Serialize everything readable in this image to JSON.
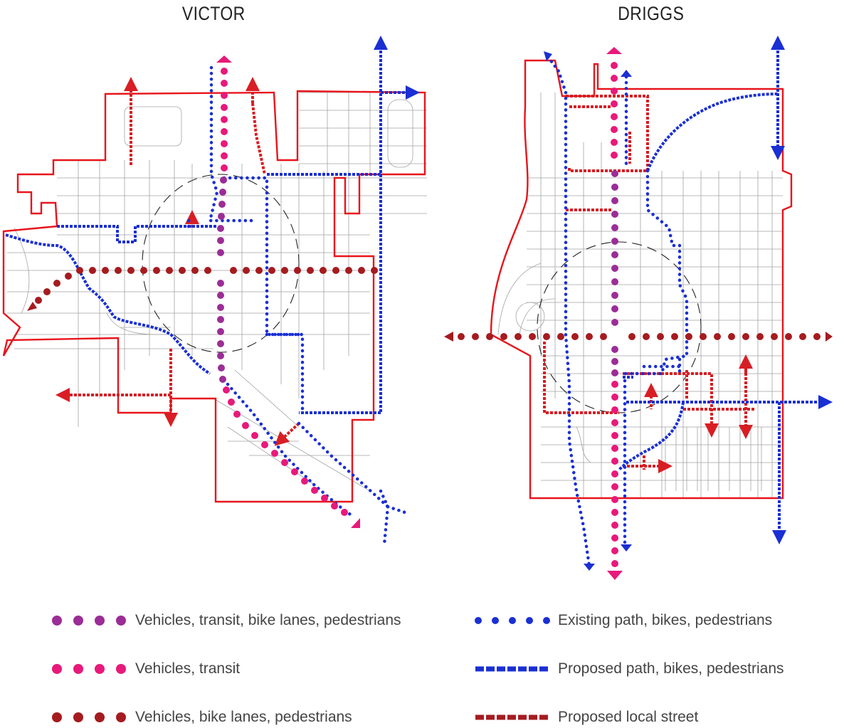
{
  "maps": {
    "victor": {
      "title": "VICTOR"
    },
    "driggs": {
      "title": "DRIGGS"
    }
  },
  "legend": {
    "items": [
      {
        "label": "Vehicles, transit, bike lanes, pedestrians",
        "symbol": "purple-dots"
      },
      {
        "label": "Existing path, bikes, pedestrians",
        "symbol": "blue-dots"
      },
      {
        "label": "Vehicles, transit",
        "symbol": "pink-dots"
      },
      {
        "label": "Proposed path, bikes, pedestrians",
        "symbol": "blue-dashes"
      },
      {
        "label": "Vehicles, bike lanes, pedestrians",
        "symbol": "darkred-dots"
      },
      {
        "label": "Proposed local street",
        "symbol": "red-dashes"
      }
    ]
  },
  "colors": {
    "boundary": "#e8141b",
    "purple_dot": "#9b2d96",
    "pink_dot": "#e8197a",
    "darkred_dot": "#a51b1f",
    "blue_path": "#1a2fd4",
    "red_dash": "#d81e24",
    "street_line": "#9a9a9a"
  }
}
